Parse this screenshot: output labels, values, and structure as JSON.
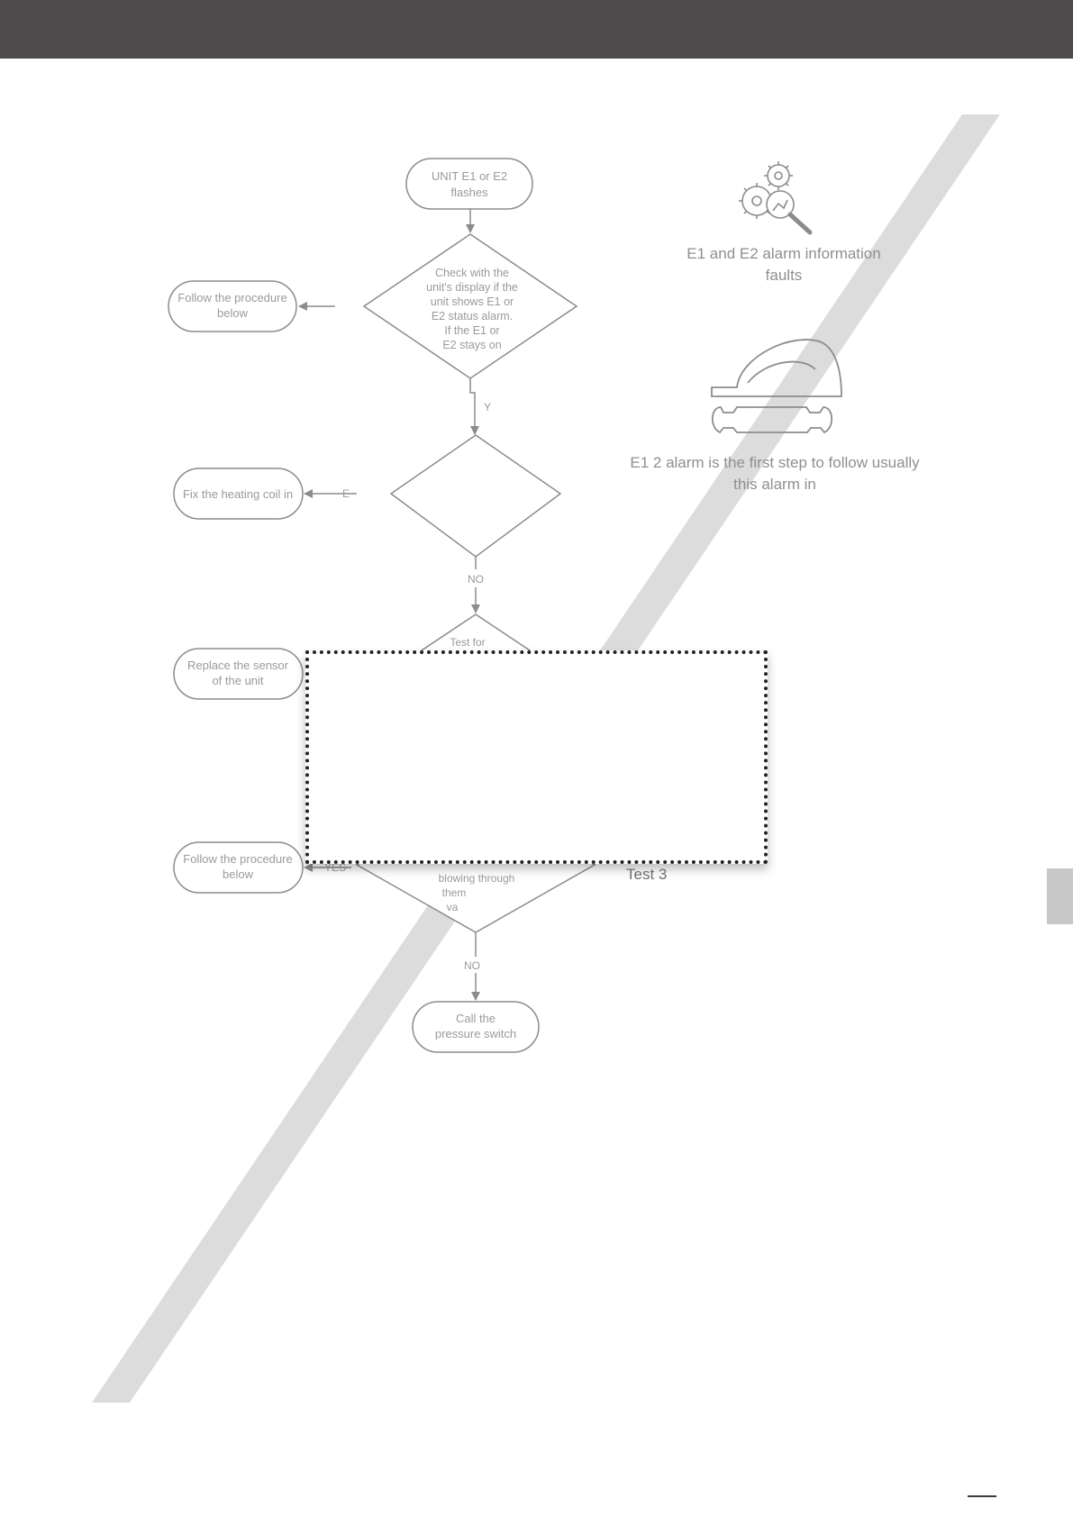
{
  "colors": {
    "header": "#4d4b4c",
    "stripe": "#dcdcdc",
    "line": "#8c8c8c",
    "popup_border": "#222222",
    "side_tab": "#c8c8c8"
  },
  "flowchart": {
    "start_lines": [
      "UNIT E1 or E2",
      "flashes"
    ],
    "q1_lines": [
      "Check with the",
      "unit's display if the",
      "unit shows E1 or",
      "E2 status alarm.",
      "If the E1 or",
      "E2 stays on"
    ],
    "q1_left_lines": [
      "Follow the procedure",
      "below"
    ],
    "q1_down_label": "Y",
    "q2_yes_label": "E",
    "q2_left_lines": [
      "Fix the heating coil in"
    ],
    "q2_down_label": "NO",
    "q3_top_label": "Test for",
    "q3_left_lines": [
      "Replace the sensor",
      "of the unit"
    ],
    "q4_yes_label": "YES",
    "q4_lines": [
      "blowing through",
      "them",
      "va"
    ],
    "q4_left_lines": [
      "Follow the procedure",
      "below"
    ],
    "q4_down_label": "NO",
    "end_lines": [
      "Call the",
      "pressure switch"
    ]
  },
  "right_panel": {
    "caption_top": "E1 and E2 alarm information\nfaults",
    "caption_bottom": "E1 2 alarm is the first step to follow usually\nthis alarm in"
  },
  "icons": {
    "top": "gears-magnifier-icon",
    "bottom": "helmet-wrench-icon"
  },
  "overlay": {
    "test_label": "Test 3"
  }
}
